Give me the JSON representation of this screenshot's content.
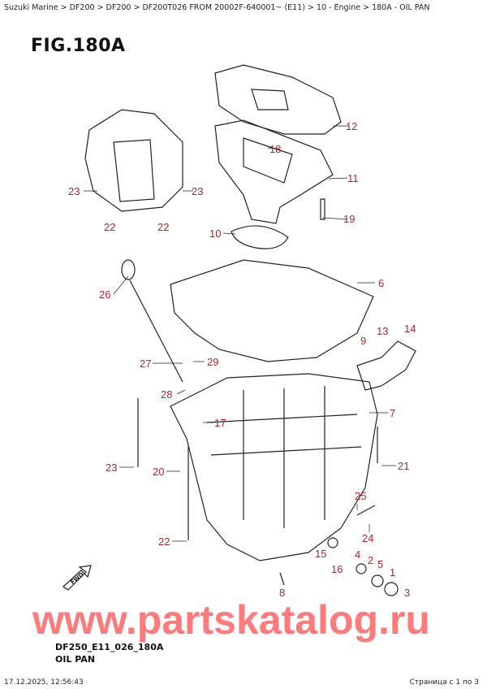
{
  "breadcrumb": "Suzuki Marine > DF200 > DF200 > DF200T026 FROM 20002F-640001~ (E11) > 10 - Engine > 180A - OIL PAN",
  "figure": {
    "label": "FIG.180A",
    "code": "DF250_E11_026_180A",
    "title": "OIL PAN"
  },
  "watermark": "www.partskatalog.ru",
  "fwd_label": "FWD",
  "callouts": [
    "12",
    "18",
    "11",
    "23",
    "23",
    "22",
    "22",
    "19",
    "10",
    "6",
    "26",
    "9",
    "13",
    "14",
    "27",
    "29",
    "28",
    "7",
    "17",
    "23",
    "20",
    "21",
    "25",
    "22",
    "24",
    "4",
    "15",
    "16",
    "2",
    "5",
    "1",
    "3",
    "8"
  ],
  "footer": {
    "datetime": "17.12.2025, 12:56:43",
    "page": "Страница с 1 по 3"
  },
  "colors": {
    "callout": "#b0262a",
    "watermark": "#ff2828"
  }
}
